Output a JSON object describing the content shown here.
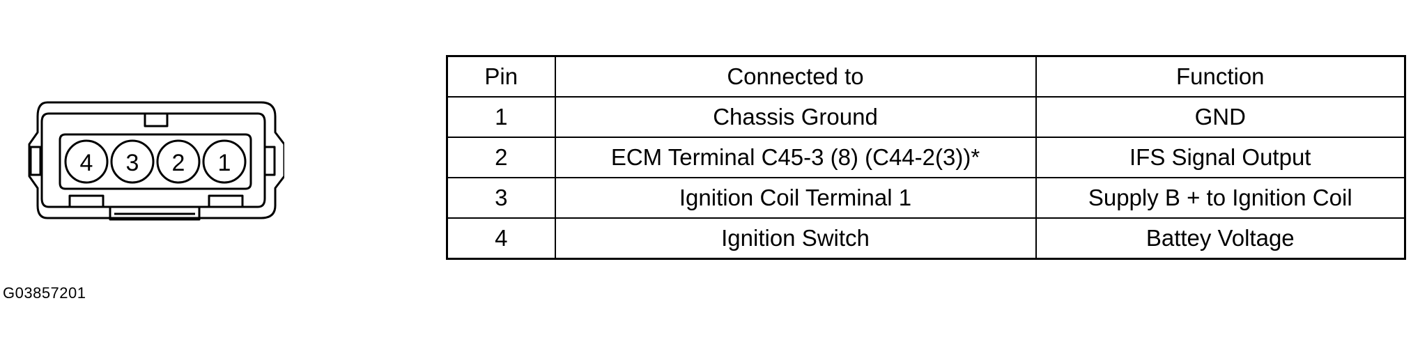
{
  "connector": {
    "pins": [
      "4",
      "3",
      "2",
      "1"
    ]
  },
  "figure_code": "G03857201",
  "table": {
    "headers": {
      "pin": "Pin",
      "connected_to": "Connected to",
      "function": "Function"
    },
    "rows": [
      {
        "pin": "1",
        "connected_to": "Chassis Ground",
        "function": "GND"
      },
      {
        "pin": "2",
        "connected_to": "ECM Terminal C45-3 (8) (C44-2(3))*",
        "function": "IFS Signal Output"
      },
      {
        "pin": "3",
        "connected_to": "Ignition Coil Terminal 1",
        "function": "Supply B + to Ignition Coil"
      },
      {
        "pin": "4",
        "connected_to": "Ignition Switch",
        "function": "Battey Voltage"
      }
    ]
  }
}
